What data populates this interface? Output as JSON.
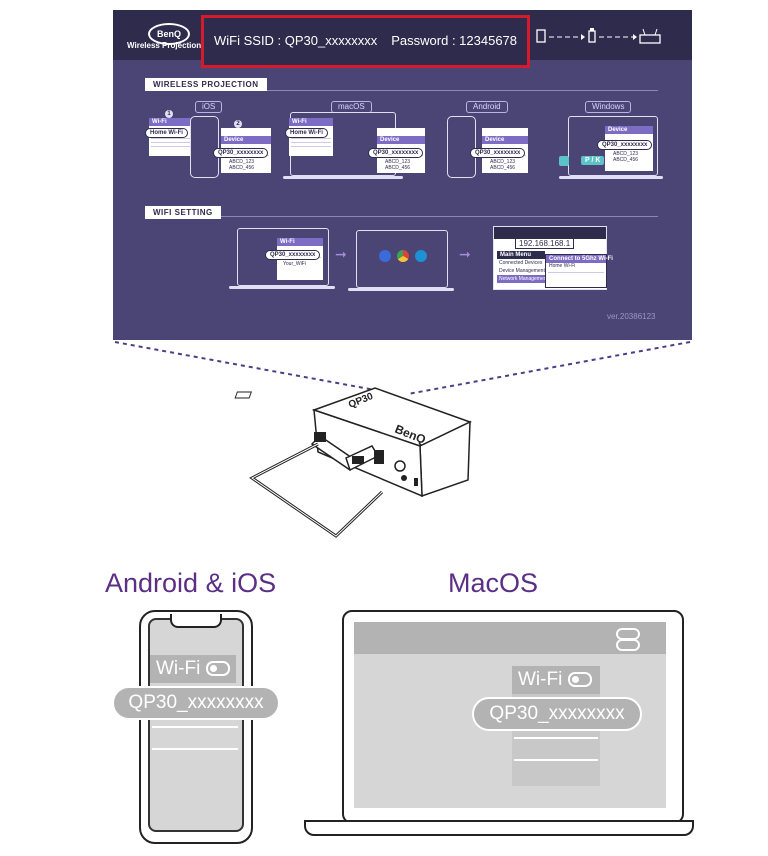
{
  "screen": {
    "logo_brand": "BenQ",
    "logo_sub": "Wireless Projection",
    "wifi_ssid_label": "WiFi SSID : QP30_xxxxxxxx",
    "password_label": "Password : 12345678",
    "flow_icons": [
      "monitor-icon",
      "usb-dongle-icon",
      "router-icon"
    ],
    "section_wireless": "WIRELESS PROJECTION",
    "section_wifi": "WIFI SETTING",
    "os_tabs": [
      "iOS",
      "macOS",
      "Android",
      "Windows"
    ],
    "step_numbers": [
      "1",
      "2"
    ],
    "wifi_label": "Wi-Fi",
    "home_wifi": "Home Wi-Fi",
    "device_label": "Device",
    "device_id": "QP30_xxxxxxxx",
    "device_rows": [
      "ABCD_123",
      "ABCD_456"
    ],
    "keyboard_hint": "P / K",
    "wifi_setting": {
      "wifi_panel_title": "Wi-Fi",
      "wifi_panel_device": "QP30_xxxxxxxx",
      "wifi_panel_row": "Your_WiFi",
      "ip_address": "192.168.168.1",
      "main_menu": "Main Menu",
      "menu_items": [
        "Connected Devices",
        "Device Management",
        "Network Management"
      ],
      "connect_title": "Connect to 5Ghz Wi-Fi",
      "connect_row": "Home Wi-Fi"
    },
    "version": "ver.20386123"
  },
  "projector": {
    "brand": "BenQ",
    "top_label": "QP30"
  },
  "devices": {
    "left_title": "Android & iOS",
    "right_title": "MacOS",
    "wifi_label": "Wi-Fi",
    "network_name": "QP30_xxxxxxxx"
  },
  "colors": {
    "screen_bg": "#4a4575",
    "highlight": "#d51a2b",
    "title_purple": "#5b2f86",
    "grey": "#b3b3b3"
  }
}
